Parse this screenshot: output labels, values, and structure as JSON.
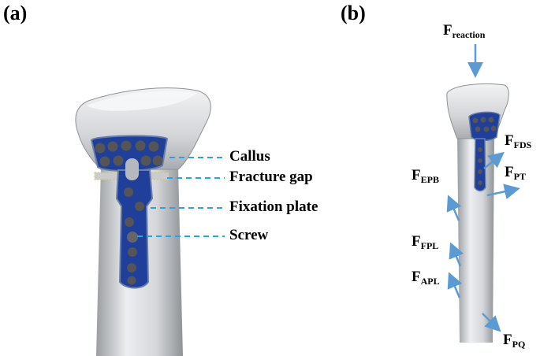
{
  "panels": {
    "a": "(a)",
    "b": "(b)"
  },
  "callouts": [
    {
      "label": "Callus"
    },
    {
      "label": "Fracture gap"
    },
    {
      "label": "Fixation plate"
    },
    {
      "label": "Screw"
    }
  ],
  "forces": {
    "reaction": {
      "main": "F",
      "sub": "reaction"
    },
    "fds": {
      "main": "F",
      "sub": "FDS"
    },
    "pt": {
      "main": "F",
      "sub": "PT"
    },
    "epb": {
      "main": "F",
      "sub": "EPB"
    },
    "fpl": {
      "main": "F",
      "sub": "FPL"
    },
    "apl": {
      "main": "F",
      "sub": "APL"
    },
    "pq": {
      "main": "F",
      "sub": "PQ"
    }
  },
  "colors": {
    "bone": "#d9dbdd",
    "plate": "#1f3f9a",
    "screw": "#555555",
    "callout_line": "#29a3e8",
    "force_arrow": "#5b9bd5"
  }
}
